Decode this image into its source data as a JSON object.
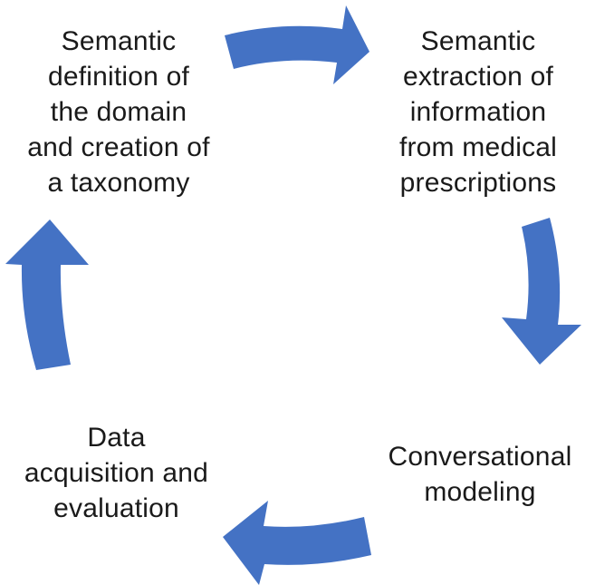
{
  "diagram": {
    "type": "cycle",
    "accent_color": "#4472C4",
    "steps": [
      {
        "lines": [
          "Semantic",
          "definition of",
          "the domain",
          "and creation of",
          "a taxonomy"
        ]
      },
      {
        "lines": [
          "Semantic",
          "extraction of",
          "information",
          "from medical",
          "prescriptions"
        ]
      },
      {
        "lines": [
          "Conversational",
          "modeling"
        ]
      },
      {
        "lines": [
          "Data",
          "acquisition and",
          "evaluation"
        ]
      }
    ],
    "arrows": [
      {
        "from": 1,
        "to": 2,
        "direction": "right"
      },
      {
        "from": 2,
        "to": 3,
        "direction": "down"
      },
      {
        "from": 3,
        "to": 4,
        "direction": "left"
      },
      {
        "from": 4,
        "to": 1,
        "direction": "up"
      }
    ]
  }
}
